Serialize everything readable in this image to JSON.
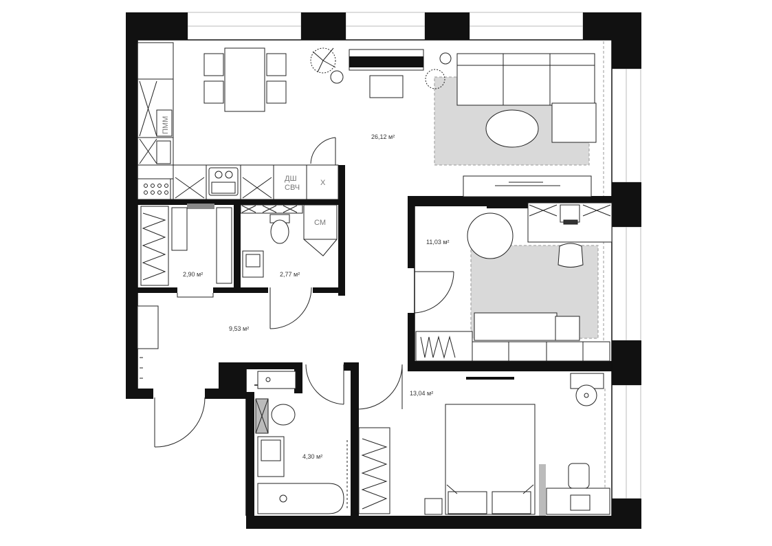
{
  "rooms": {
    "living_kitchen": "26,12 м²",
    "study": "11,03 м²",
    "wardrobe": "2,90 м²",
    "wc": "2,77 м²",
    "hall": "9,53 м²",
    "bedroom": "13,04 м²",
    "bathroom": "4,30 м²"
  },
  "appliances": {
    "oven_microwave": "ПММ",
    "dishwasher_line1": "ДШ",
    "dishwasher_line2": "СВЧ",
    "fridge": "Х",
    "washer": "СМ"
  },
  "colors": {
    "wall": "#111111",
    "rug": "#d9d9d9",
    "line": "#222222"
  }
}
